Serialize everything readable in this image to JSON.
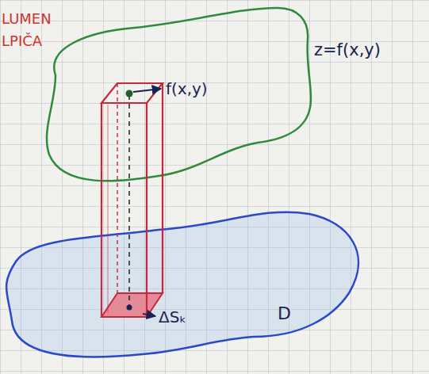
{
  "diagram": {
    "labels": [
      "LUMEN",
      "LPIČA",
      "z=f(x,y)",
      "f(x,y)",
      "ΔSₖ",
      "D"
    ]
  }
}
